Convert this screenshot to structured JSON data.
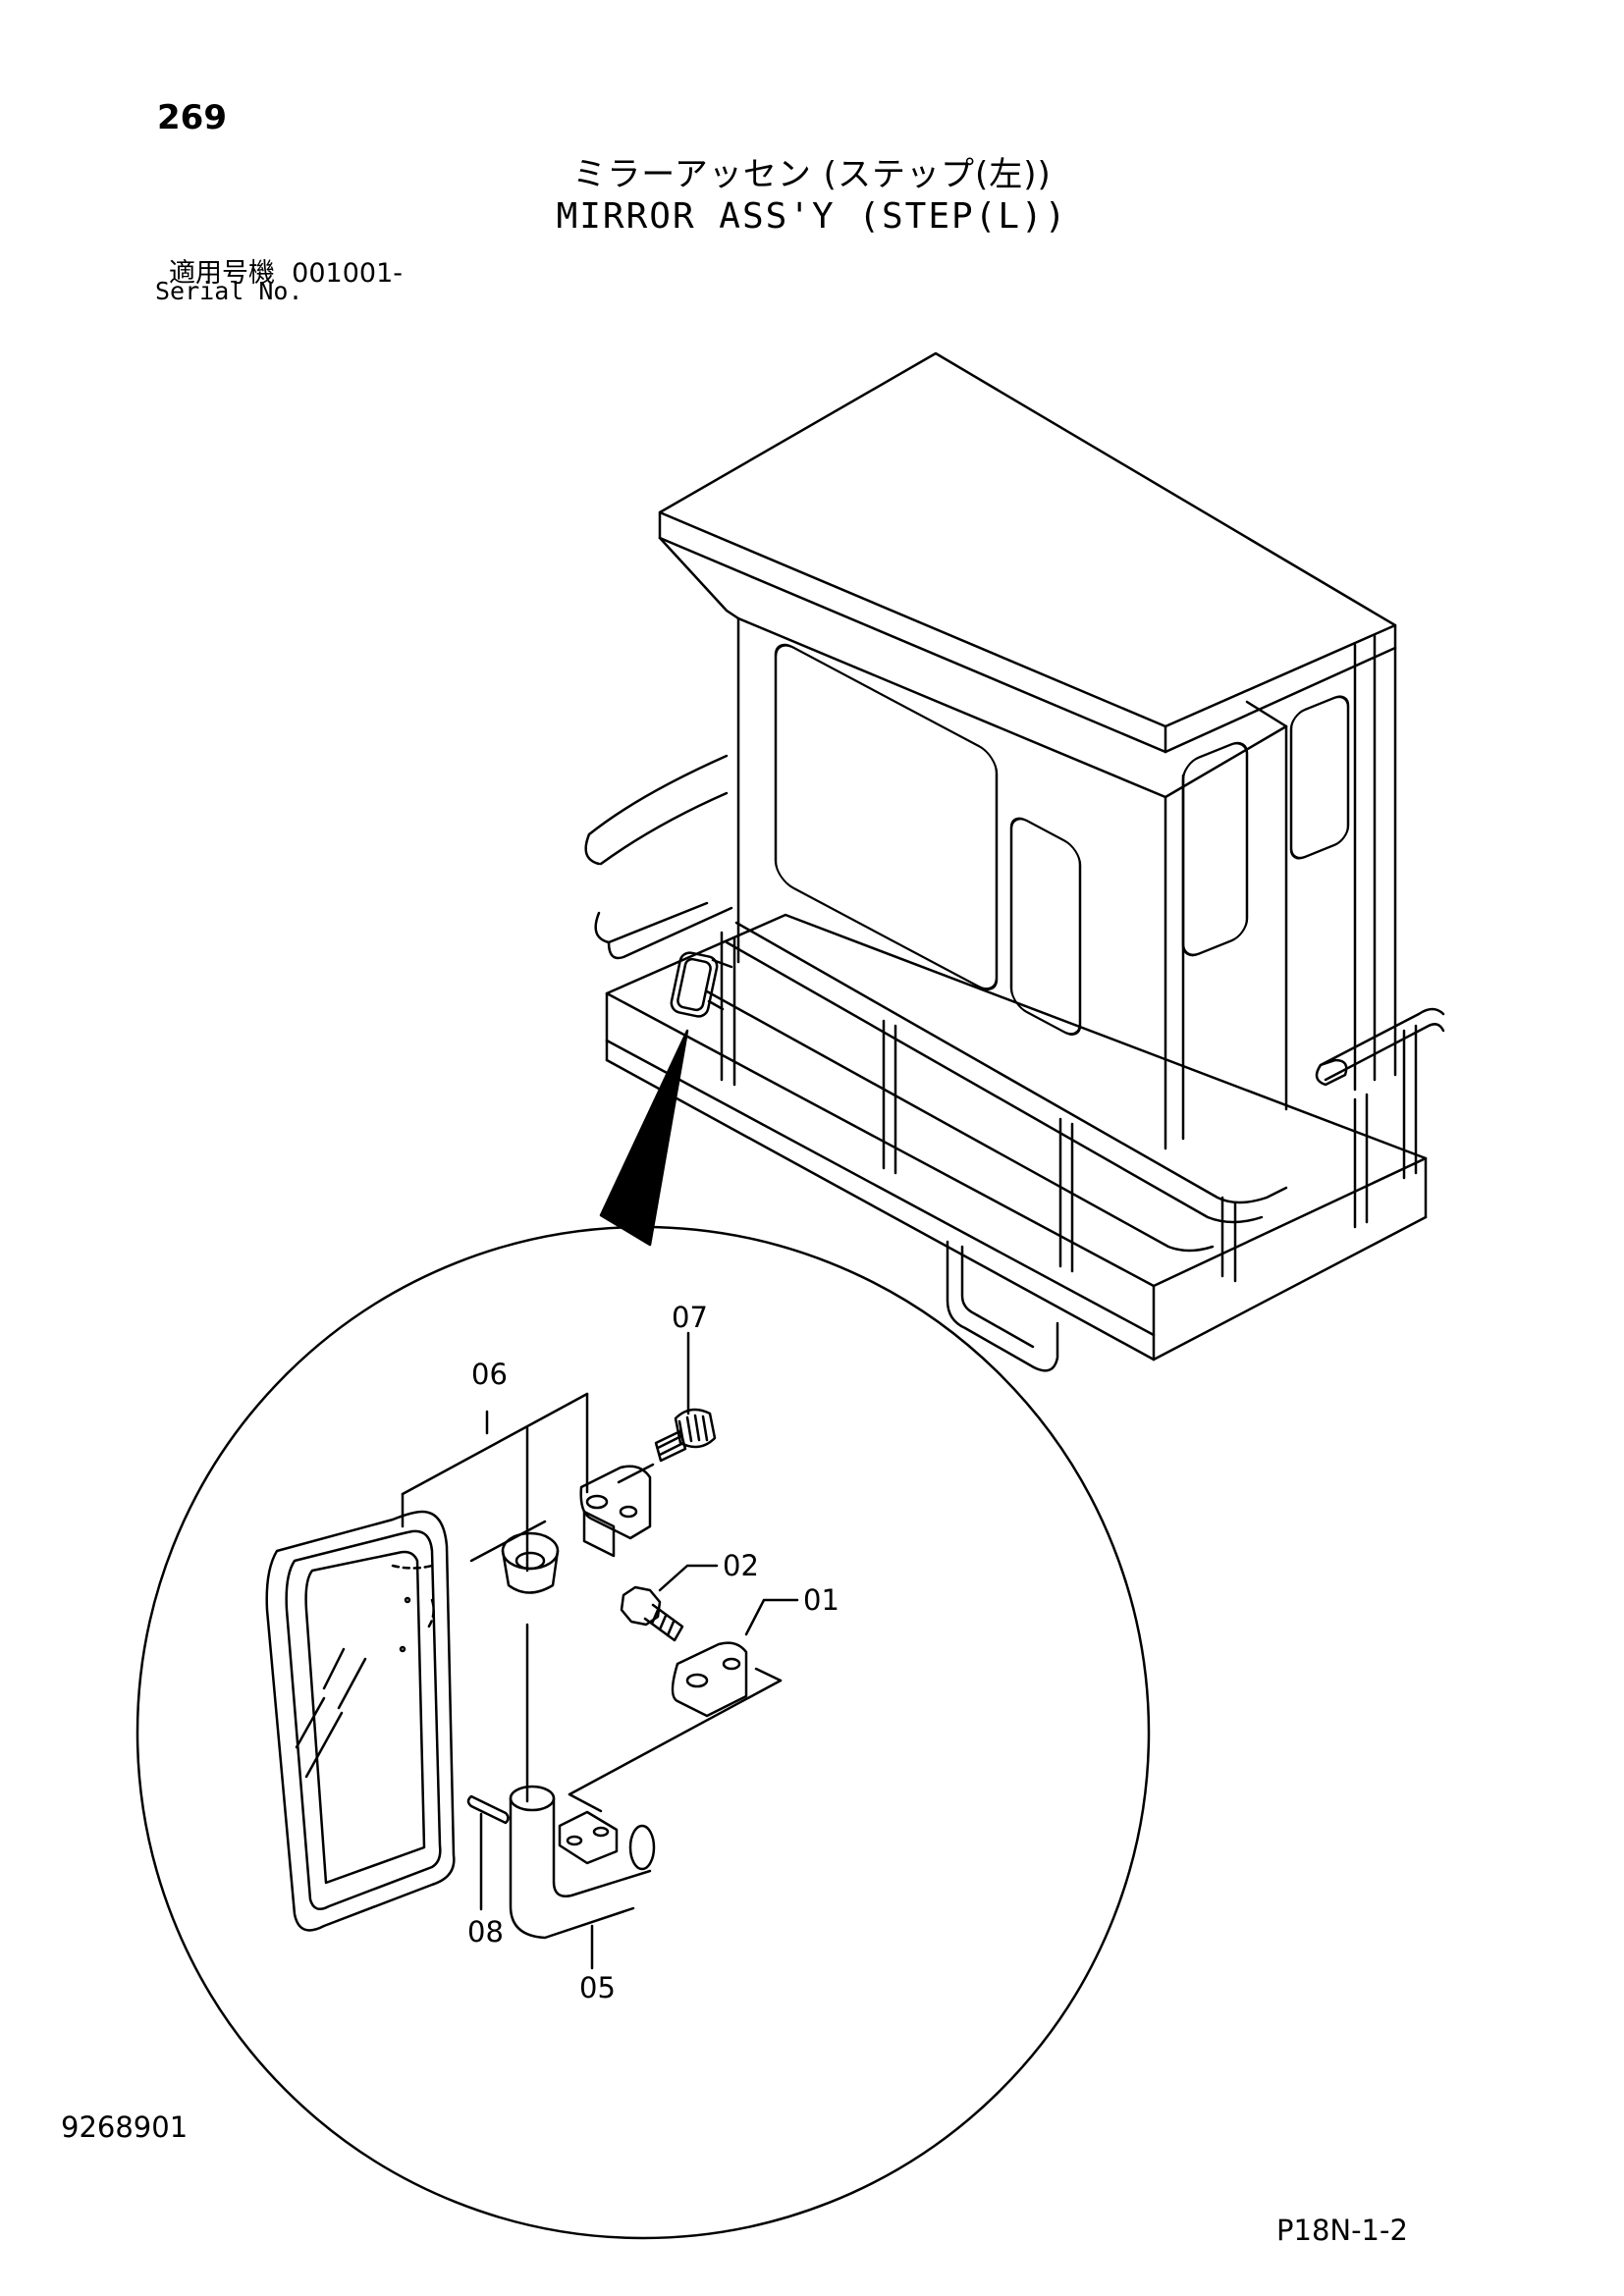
{
  "header": {
    "page_number": "269",
    "title_jp": "ミラーアッセン (ステップ(左))",
    "title_en": "MIRROR ASS'Y (STEP(L))",
    "serial_label_jp": "適用号機",
    "serial_range": "001001-",
    "serial_label_en": "Serial No."
  },
  "footer": {
    "document_number": "9268901",
    "sheet_code": "P18N-1-2"
  },
  "callouts": {
    "c07": "07",
    "c06": "06",
    "c02": "02",
    "c01": "01",
    "c08": "08",
    "c05": "05"
  }
}
